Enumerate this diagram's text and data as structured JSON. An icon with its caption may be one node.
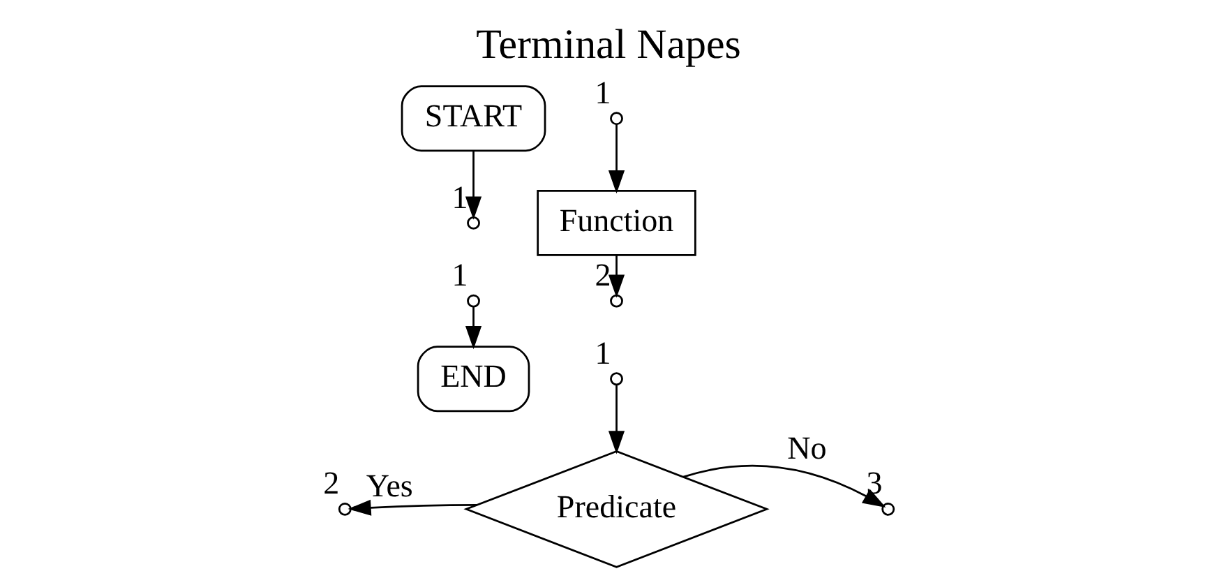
{
  "diagram": {
    "title": "Terminal Napes",
    "nodes": [
      {
        "text": [
          "START"
        ]
      },
      {
        "text": [],
        "shape": "circle",
        "beside": [
          "1"
        ]
      },
      {
        "text": [],
        "shape": "circle",
        "beside": [
          "1"
        ]
      },
      {
        "text": [
          "END"
        ]
      },
      {
        "text": [],
        "shape": "circle",
        "beside": [
          "1"
        ]
      },
      {
        "text": [
          "Function"
        ]
      },
      {
        "text": [],
        "shape": "circle",
        "beside": [
          "2"
        ]
      },
      {
        "text": [],
        "shape": "circle",
        "beside": [
          "1"
        ]
      },
      {
        "text": [
          "Predicate"
        ]
      },
      {
        "text": [],
        "shape": "circle",
        "beside": [
          "2"
        ]
      },
      {
        "text": [],
        "shape": "circle",
        "beside": [
          "3"
        ]
      }
    ],
    "edges": [
      {
        "from": 0,
        "to": 1,
        "arrow": "to"
      },
      {
        "from": 2,
        "to": 3,
        "arrow": "to"
      },
      {
        "from": 4,
        "to": 5,
        "arrow": "to"
      },
      {
        "from": 5,
        "to": 6,
        "arrow": "to"
      },
      {
        "from": 7,
        "to": 8,
        "arrow": "to"
      },
      {
        "from": 8,
        "to": 9,
        "arrow": "to",
        "label": "Yes"
      },
      {
        "from": 8,
        "to": 10,
        "arrow": "to",
        "label": "No"
      }
    ]
  }
}
